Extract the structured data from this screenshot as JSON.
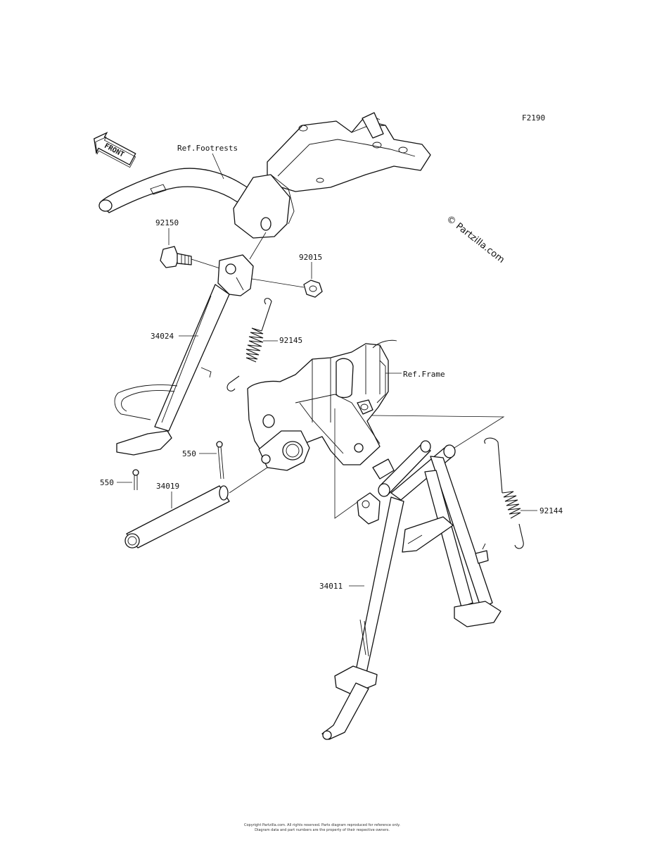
{
  "diagram_code": "F2190",
  "watermark": "© Partzilla.com",
  "front_arrow_label": "FRONT",
  "labels": {
    "ref_footrests": "Ref.Footrests",
    "ref_frame": "Ref.Frame",
    "p92150": "92150",
    "p92015": "92015",
    "p34024": "34024",
    "p92145": "92145",
    "p550a": "550",
    "p550b": "550",
    "p34019": "34019",
    "p92144": "92144",
    "p34011": "34011"
  },
  "footer": {
    "line1": "Copyright Partzilla.com. All rights reserved. Parts diagram reproduced for reference only.",
    "line2": "Diagram data and part numbers are the property of their respective owners."
  }
}
